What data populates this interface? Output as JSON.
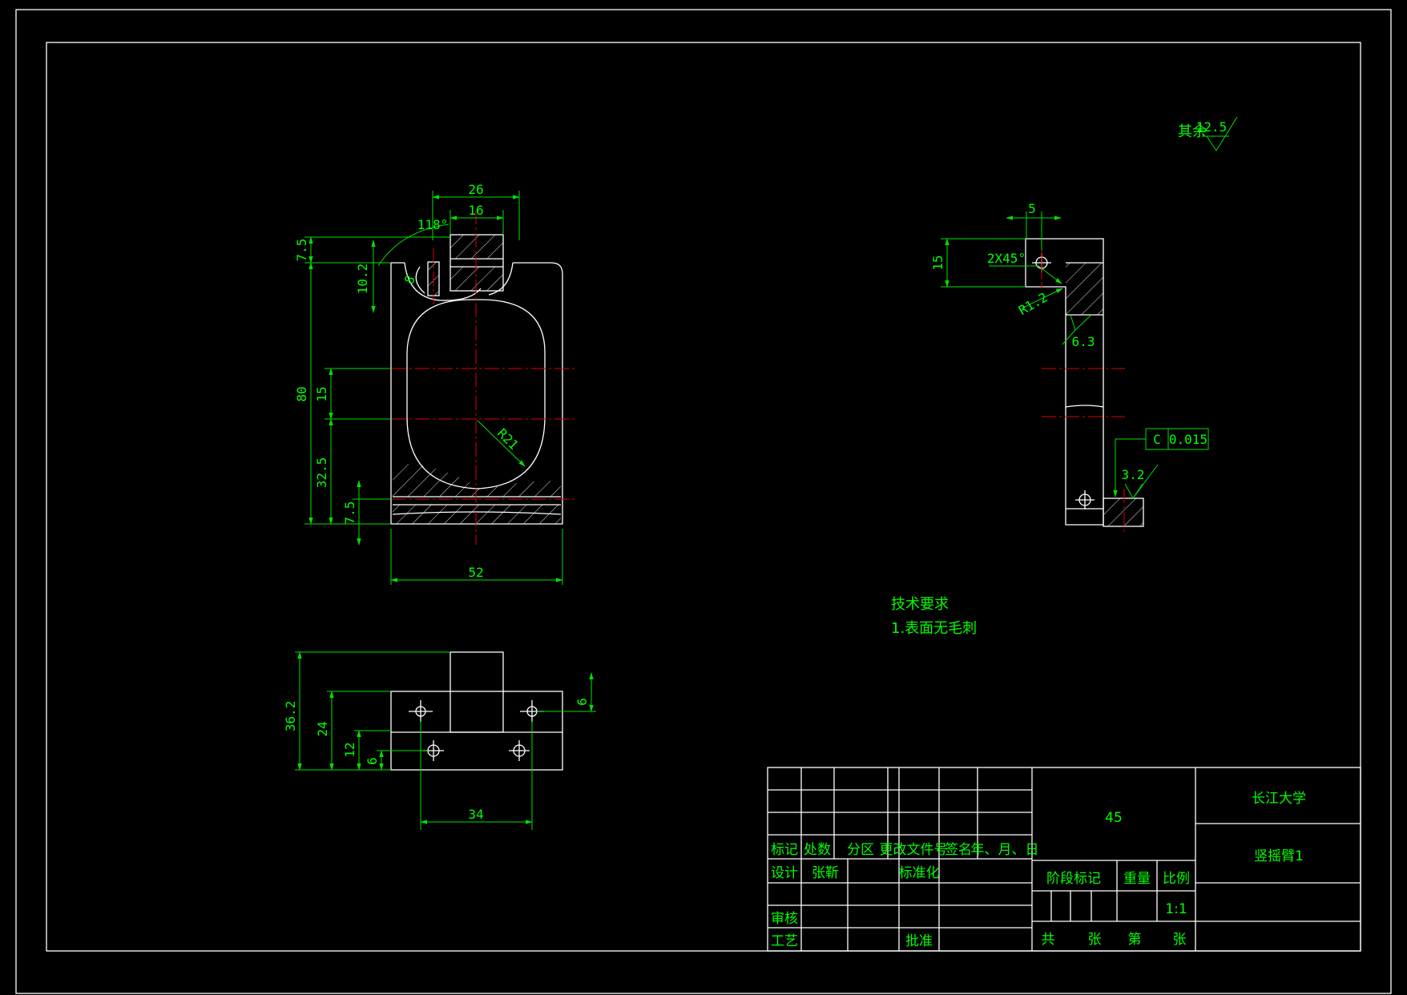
{
  "colors": {
    "background": "#000000",
    "outline": "#ffffff",
    "dimension": "#00e000",
    "centerline": "#e00000"
  },
  "front_view": {
    "dims": {
      "w26": "26",
      "w16": "16",
      "angle": "118°",
      "h7_5_top": "7.5",
      "h10_2": "10.2",
      "phi": "8",
      "h80": "80",
      "h15": "15",
      "h32_5": "32.5",
      "h7_5_bot": "7.5",
      "r21": "R21",
      "w52": "52"
    }
  },
  "side_view": {
    "dims": {
      "w5": "5",
      "h15": "15",
      "chamfer": "2X45°",
      "radius": "R1.2"
    },
    "roughness_a": "6.3",
    "roughness_b": "3.2",
    "tolerance": {
      "datum": "C",
      "value": "0.015"
    }
  },
  "surface_note": {
    "label": "其余",
    "value": "12.5"
  },
  "bottom_view": {
    "dims": {
      "h36_2": "36.2",
      "h24": "24",
      "h12": "12",
      "h6_left": "6",
      "h6_right": "6",
      "w34": "34"
    }
  },
  "tech_requirements": {
    "title": "技术要求",
    "item1": "1.表面无毛刺"
  },
  "title_block": {
    "headers": [
      "标记",
      "处数",
      "分区",
      "更改文件号",
      "签名",
      "年、月、日"
    ],
    "design": "设计",
    "designer": "张靳",
    "standardization": "标准化",
    "review": "审核",
    "process": "工艺",
    "approve": "批准",
    "material": "45",
    "stage_mark": "阶段标记",
    "weight": "重量",
    "scale_label": "比例",
    "scale_value": "1:1",
    "total": "共",
    "sheet1": "张",
    "number": "第",
    "sheet2": "张",
    "school": "长江大学",
    "part_name": "竖摇臂1"
  }
}
